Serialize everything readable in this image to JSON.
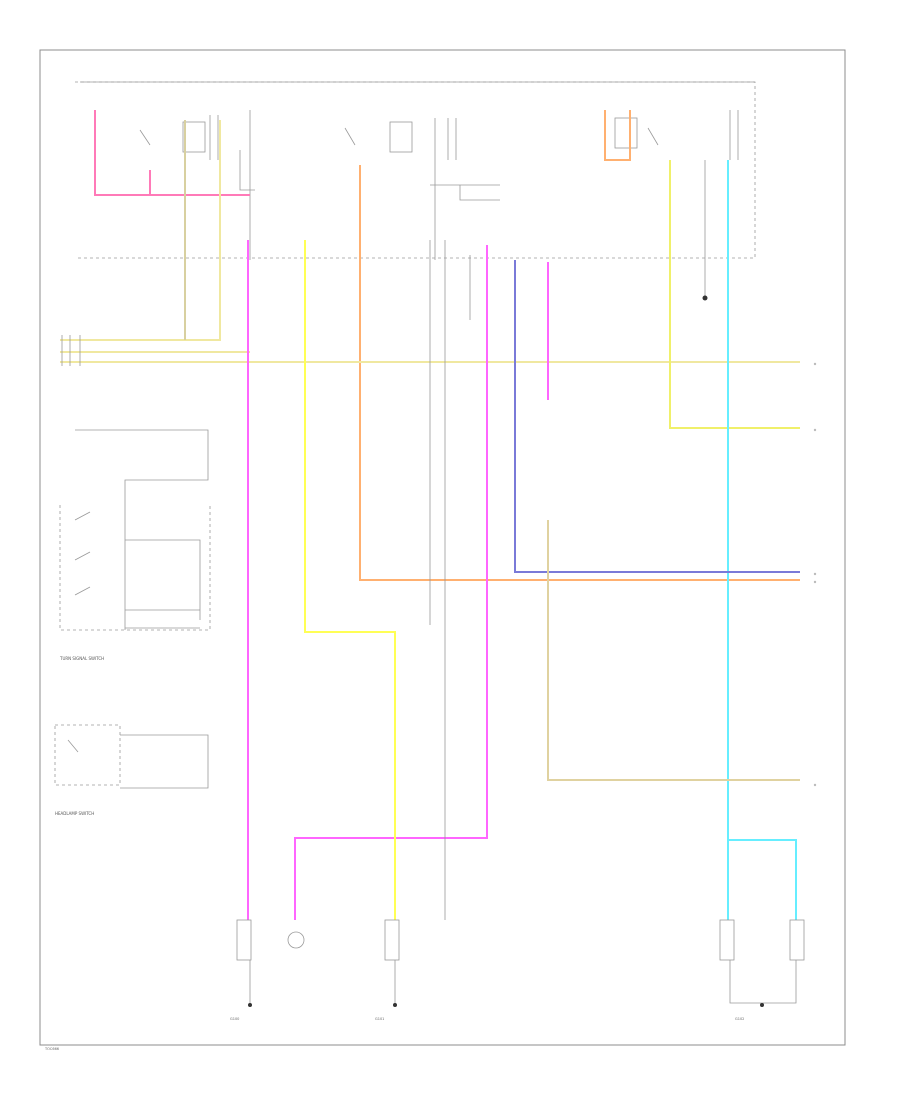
{
  "diagram": {
    "figure_code": "TOC666",
    "wire_colors": {
      "pink": "#ff7ab8",
      "magenta": "#ff66ff",
      "yellow": "#ffff55",
      "light_yellow": "#f0f06a",
      "orange": "#ffb070",
      "blue": "#7a7ad8",
      "cyan": "#66eeff",
      "tan": "#e0d2a0",
      "gray": "#bdbdbd"
    },
    "labels": {
      "turn_signal_switch": "TURN SIGNAL SWITCH",
      "hazard_switch": "HEADLAMP SWITCH",
      "left_ground": "G100",
      "center_ground": "G101",
      "right_ground": "G102"
    }
  }
}
